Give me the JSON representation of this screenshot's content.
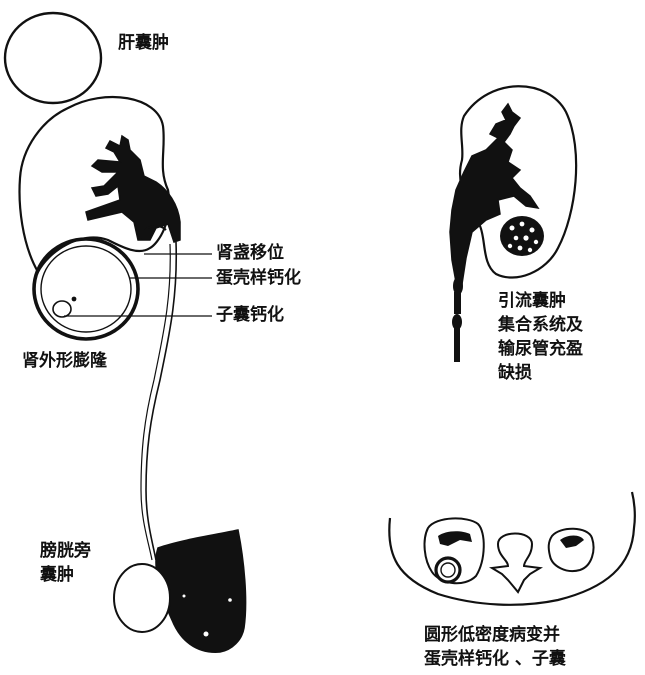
{
  "labels": {
    "liver_cyst": "肝囊肿",
    "calyx_displacement": "肾盏移位",
    "eggshell_calcification": "蛋壳样钙化",
    "daughter_cyst_calcification": "子囊钙化",
    "kidney_bulge": "肾外形膨隆",
    "paravesical_cyst_line1": "膀胱旁",
    "paravesical_cyst_line2": "囊肿",
    "drainage_line1": "引流囊肿",
    "drainage_line2": "集合系统及",
    "drainage_line3": "输尿管充盈",
    "drainage_line4": "缺损",
    "ct_line1": "圆形低密度病变并",
    "ct_line2": "蛋壳样钙化 、子囊"
  }
}
